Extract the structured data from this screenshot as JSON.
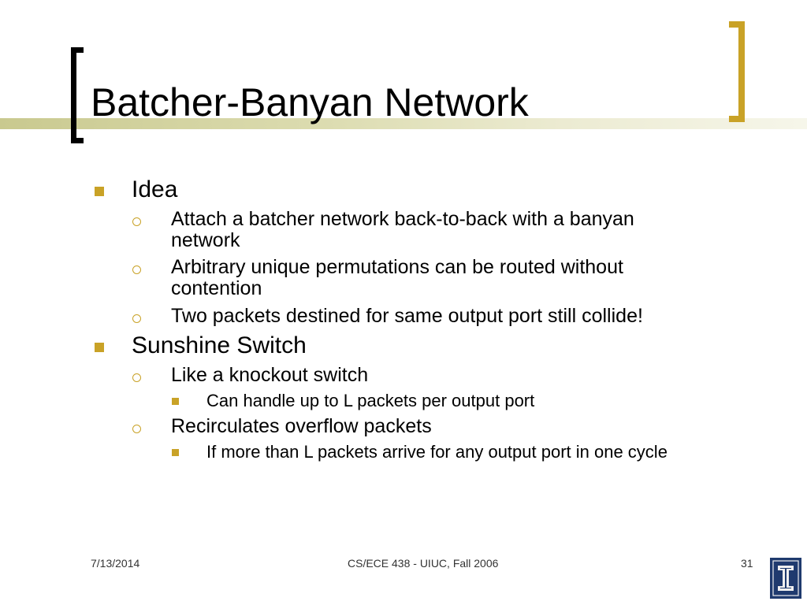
{
  "slide": {
    "title": "Batcher-Banyan Network",
    "bullets": [
      {
        "level": 1,
        "text": "Idea"
      },
      {
        "level": 2,
        "text": "Attach a batcher network back-to-back with a banyan"
      },
      {
        "level": 2,
        "text": "network",
        "continuation": true
      },
      {
        "level": 2,
        "text": "Arbitrary unique permutations can be routed without"
      },
      {
        "level": 2,
        "text": "contention",
        "continuation": true
      },
      {
        "level": 2,
        "text": "Two packets destined for same output port still collide!"
      },
      {
        "level": 1,
        "text": "Sunshine Switch"
      },
      {
        "level": 2,
        "text": "Like a knockout switch"
      },
      {
        "level": 3,
        "text": "Can handle up to L packets per output port"
      },
      {
        "level": 2,
        "text": "Recirculates overflow packets"
      },
      {
        "level": 3,
        "text": "If more than L packets arrive for any output port in one cycle"
      }
    ]
  },
  "footer": {
    "date": "7/13/2014",
    "course": "CS/ECE 438 - UIUC, Fall 2006",
    "page_number": "31"
  },
  "logo": {
    "icon": "university-block-i-logo",
    "color": "#1f3a6e",
    "accent": "#f0f0f0"
  },
  "colors": {
    "accent": "#c9a227",
    "title_band": "#c9c98f",
    "left_bracket": "#000000"
  }
}
